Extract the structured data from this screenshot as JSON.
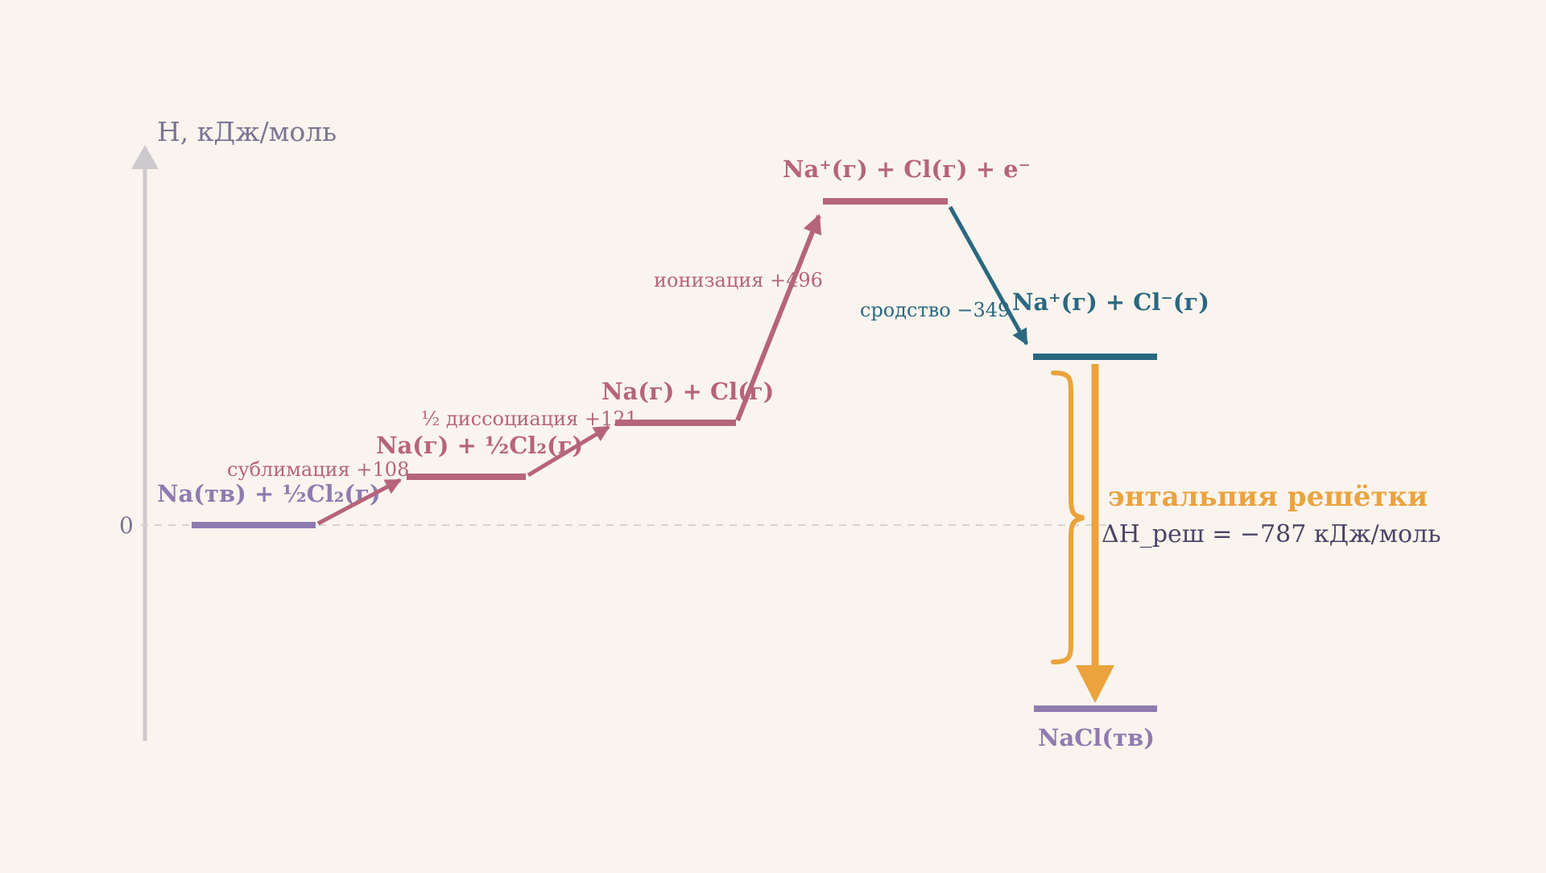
{
  "colors": {
    "background": "#faf4ee",
    "axis": "#cdc9cc",
    "axis_label": "#7b7594",
    "reference_line": "#d8d3d1",
    "solid_state": "#8f7bb0",
    "gas_steps": "#b6647b",
    "affinity": "#2b6880",
    "lattice": "#eba33e",
    "lattice_value_text": "#4a4466"
  },
  "axis": {
    "label": "H, кДж/моль",
    "zero_label": "0"
  },
  "levels": {
    "start": "Na(тв) + ½Cl₂(г)",
    "after_sublimation": "Na(г) + ½Cl₂(г)",
    "after_dissociation": "Na(г) + Cl(г)",
    "after_ionization": "Na⁺(г) + Cl(г) + e⁻",
    "after_affinity": "Na⁺(г) + Cl⁻(г)",
    "product": "NaCl(тв)"
  },
  "steps": {
    "sublimation": {
      "label": "сублимация +108",
      "delta": 108
    },
    "dissociation": {
      "label": "½ диссоциация +121",
      "delta": 121
    },
    "ionization": {
      "label": "ионизация +496",
      "delta": 496
    },
    "affinity": {
      "label": "сродство −349",
      "delta": -349
    }
  },
  "lattice": {
    "title": "энтальпия решётки",
    "value_label": "ΔH_реш = −787 кДж/моль",
    "delta": -787
  }
}
